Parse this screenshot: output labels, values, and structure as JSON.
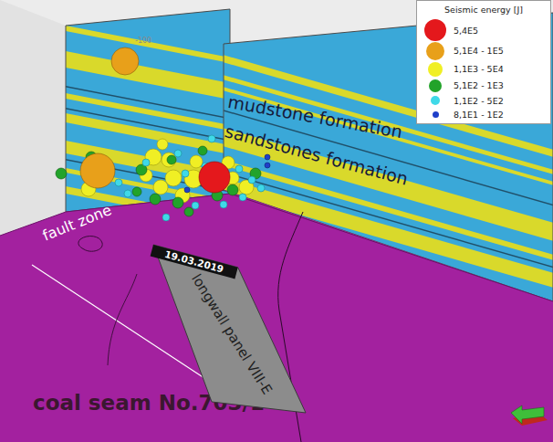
{
  "diagram": {
    "nodes": [
      {
        "text": [
          "longwall panel VIII-E"
        ]
      },
      {
        "text": [
          "19.03.2019"
        ],
        "in": 0
      }
    ],
    "labels": [
      "-100",
      "mudstone formation",
      "sandstones formation",
      "fault zone",
      "coal seam No.703/1",
      "Seismic energy [J]"
    ],
    "legend": [
      {
        "text": "5,4E5",
        "color": "#e4181c"
      },
      {
        "text": "5,1E4 - 1E5",
        "color": "#e8a01a"
      },
      {
        "text": "1,1E3 - 5E4",
        "color": "#f0ef24"
      },
      {
        "text": "5,1E2 - 1E3",
        "color": "#22a32a"
      },
      {
        "text": "1,1E2 - 5E2",
        "color": "#3fd9e8"
      },
      {
        "text": "8,1E1 - 1E2",
        "color": "#1f3fc9"
      }
    ]
  }
}
